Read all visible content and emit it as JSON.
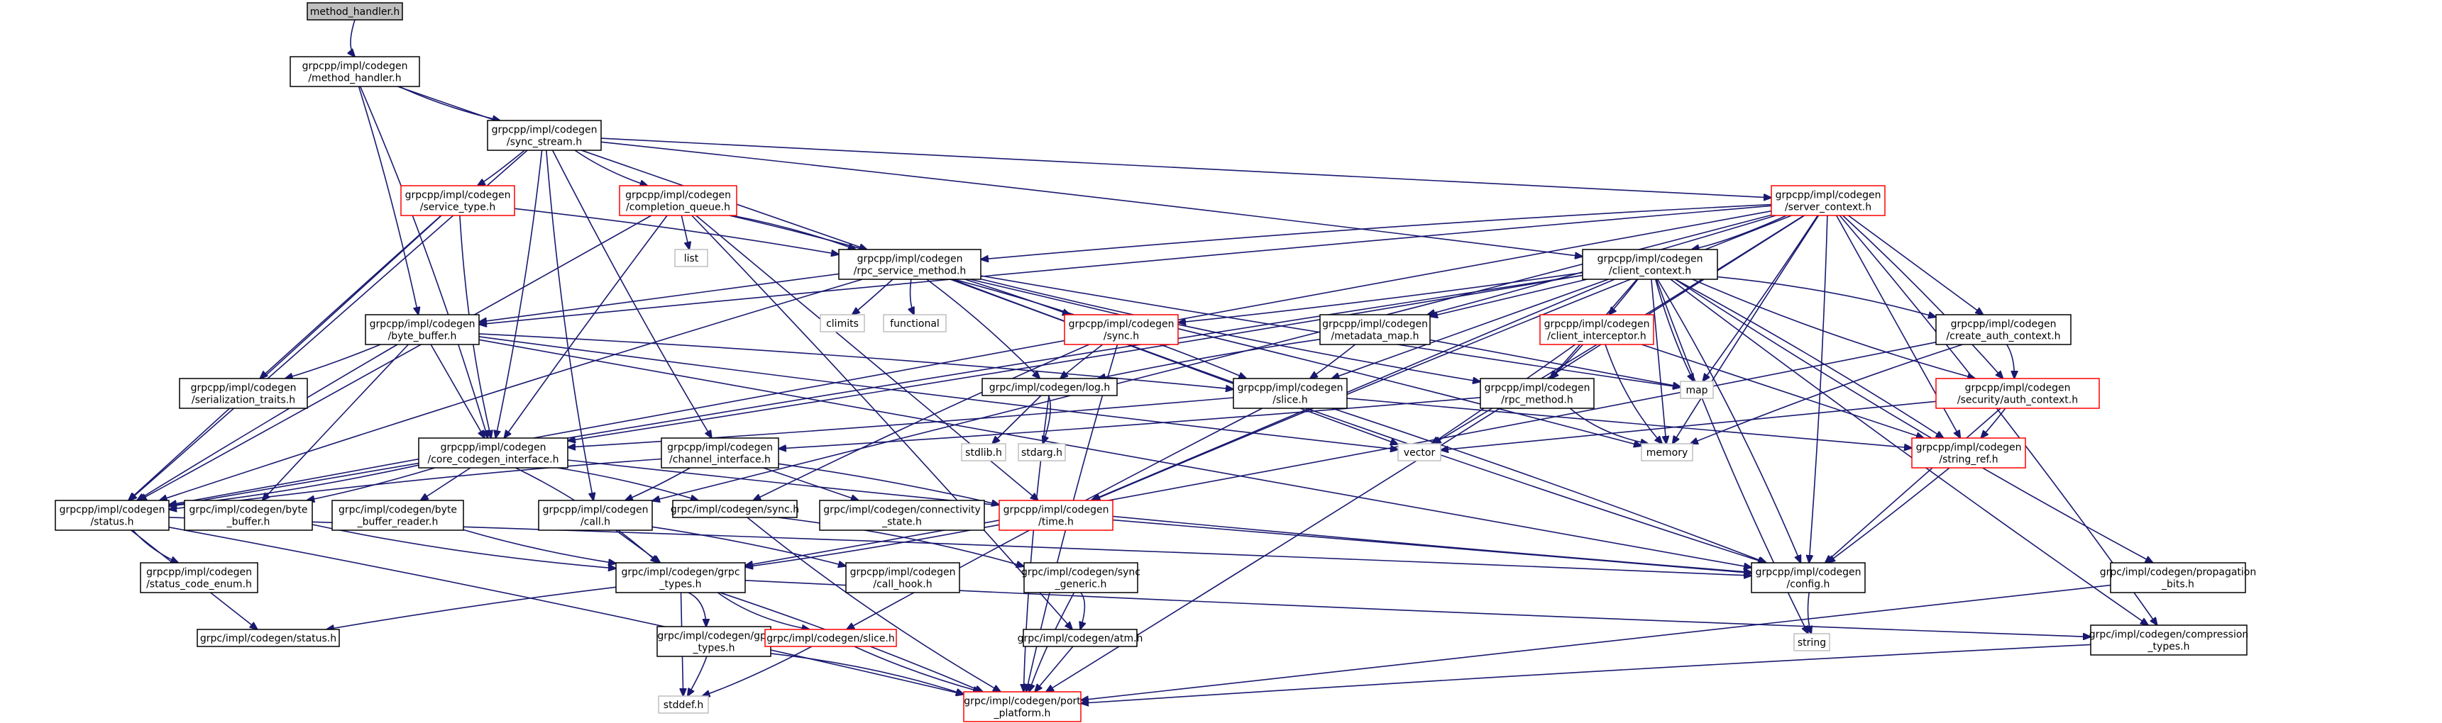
{
  "colors": {
    "edge": "#191970",
    "node_border": "#000000",
    "node_border_incomplete": "#ff0000",
    "node_border_system": "#bfbfbf",
    "root_fill": "#bfbfbf",
    "node_fill": "#ffffff",
    "text": "#000000"
  },
  "nodes": [
    {
      "id": "root",
      "lines": [
        "method_handler.h"
      ],
      "kind": "root"
    },
    {
      "id": "mh",
      "lines": [
        "grpcpp/impl/codegen",
        "/method_handler.h"
      ],
      "kind": "normal"
    },
    {
      "id": "ss",
      "lines": [
        "grpcpp/impl/codegen",
        "/sync_stream.h"
      ],
      "kind": "normal"
    },
    {
      "id": "st",
      "lines": [
        "grpcpp/impl/codegen",
        "/service_type.h"
      ],
      "kind": "incomplete"
    },
    {
      "id": "cq",
      "lines": [
        "grpcpp/impl/codegen",
        "/completion_queue.h"
      ],
      "kind": "incomplete"
    },
    {
      "id": "sc",
      "lines": [
        "grpcpp/impl/codegen",
        "/server_context.h"
      ],
      "kind": "incomplete"
    },
    {
      "id": "list",
      "lines": [
        "list"
      ],
      "kind": "system"
    },
    {
      "id": "rsm",
      "lines": [
        "grpcpp/impl/codegen",
        "/rpc_service_method.h"
      ],
      "kind": "normal"
    },
    {
      "id": "cc",
      "lines": [
        "grpcpp/impl/codegen",
        "/client_context.h"
      ],
      "kind": "normal"
    },
    {
      "id": "climits",
      "lines": [
        "climits"
      ],
      "kind": "system"
    },
    {
      "id": "functional",
      "lines": [
        "functional"
      ],
      "kind": "system"
    },
    {
      "id": "syncpp",
      "lines": [
        "grpcpp/impl/codegen",
        "/sync.h"
      ],
      "kind": "incomplete"
    },
    {
      "id": "mm",
      "lines": [
        "grpcpp/impl/codegen",
        "/metadata_map.h"
      ],
      "kind": "normal"
    },
    {
      "id": "ci",
      "lines": [
        "grpcpp/impl/codegen",
        "/client_interceptor.h"
      ],
      "kind": "incomplete"
    },
    {
      "id": "cac",
      "lines": [
        "grpcpp/impl/codegen",
        "/create_auth_context.h"
      ],
      "kind": "normal"
    },
    {
      "id": "bb",
      "lines": [
        "grpcpp/impl/codegen",
        "/byte_buffer.h"
      ],
      "kind": "normal"
    },
    {
      "id": "ser",
      "lines": [
        "grpcpp/impl/codegen",
        "/serialization_traits.h"
      ],
      "kind": "normal"
    },
    {
      "id": "log",
      "lines": [
        "grpc/impl/codegen/log.h"
      ],
      "kind": "normal"
    },
    {
      "id": "slicepp",
      "lines": [
        "grpcpp/impl/codegen",
        "/slice.h"
      ],
      "kind": "normal"
    },
    {
      "id": "rm",
      "lines": [
        "grpcpp/impl/codegen",
        "/rpc_method.h"
      ],
      "kind": "normal"
    },
    {
      "id": "map",
      "lines": [
        "map"
      ],
      "kind": "system"
    },
    {
      "id": "sac",
      "lines": [
        "grpcpp/impl/codegen",
        "/security/auth_context.h"
      ],
      "kind": "incomplete"
    },
    {
      "id": "stdlib",
      "lines": [
        "stdlib.h"
      ],
      "kind": "system"
    },
    {
      "id": "stdarg",
      "lines": [
        "stdarg.h"
      ],
      "kind": "system"
    },
    {
      "id": "cci",
      "lines": [
        "grpcpp/impl/codegen",
        "/core_codegen_interface.h"
      ],
      "kind": "normal"
    },
    {
      "id": "chi",
      "lines": [
        "grpcpp/impl/codegen",
        "/channel_interface.h"
      ],
      "kind": "normal"
    },
    {
      "id": "vector",
      "lines": [
        "vector"
      ],
      "kind": "system"
    },
    {
      "id": "memory",
      "lines": [
        "memory"
      ],
      "kind": "system"
    },
    {
      "id": "sr",
      "lines": [
        "grpcpp/impl/codegen",
        "/string_ref.h"
      ],
      "kind": "incomplete"
    },
    {
      "id": "status",
      "lines": [
        "grpcpp/impl/codegen",
        "/status.h"
      ],
      "kind": "normal"
    },
    {
      "id": "gbb",
      "lines": [
        "grpc/impl/codegen/byte",
        "_buffer.h"
      ],
      "kind": "normal"
    },
    {
      "id": "bbr",
      "lines": [
        "grpc/impl/codegen/byte",
        "_buffer_reader.h"
      ],
      "kind": "normal"
    },
    {
      "id": "call",
      "lines": [
        "grpcpp/impl/codegen",
        "/call.h"
      ],
      "kind": "normal"
    },
    {
      "id": "gsync",
      "lines": [
        "grpc/impl/codegen/sync.h"
      ],
      "kind": "normal"
    },
    {
      "id": "conn",
      "lines": [
        "grpc/impl/codegen/connectivity",
        "_state.h"
      ],
      "kind": "normal"
    },
    {
      "id": "time",
      "lines": [
        "grpcpp/impl/codegen",
        "/time.h"
      ],
      "kind": "incomplete"
    },
    {
      "id": "sce",
      "lines": [
        "grpcpp/impl/codegen",
        "/status_code_enum.h"
      ],
      "kind": "normal"
    },
    {
      "id": "gtypes",
      "lines": [
        "grpc/impl/codegen/grpc",
        "_types.h"
      ],
      "kind": "normal"
    },
    {
      "id": "ch",
      "lines": [
        "grpcpp/impl/codegen",
        "/call_hook.h"
      ],
      "kind": "normal"
    },
    {
      "id": "sg",
      "lines": [
        "grpc/impl/codegen/sync",
        "_generic.h"
      ],
      "kind": "normal"
    },
    {
      "id": "config",
      "lines": [
        "grpcpp/impl/codegen",
        "/config.h"
      ],
      "kind": "normal"
    },
    {
      "id": "prop",
      "lines": [
        "grpc/impl/codegen/propagation",
        "_bits.h"
      ],
      "kind": "normal"
    },
    {
      "id": "gstatus",
      "lines": [
        "grpc/impl/codegen/status.h"
      ],
      "kind": "normal"
    },
    {
      "id": "gpr",
      "lines": [
        "grpc/impl/codegen/gpr",
        "_types.h"
      ],
      "kind": "normal"
    },
    {
      "id": "gslice",
      "lines": [
        "grpc/impl/codegen/slice.h"
      ],
      "kind": "incomplete"
    },
    {
      "id": "atm",
      "lines": [
        "grpc/impl/codegen/atm.h"
      ],
      "kind": "normal"
    },
    {
      "id": "string",
      "lines": [
        "string"
      ],
      "kind": "system"
    },
    {
      "id": "comp",
      "lines": [
        "grpc/impl/codegen/compression",
        "_types.h"
      ],
      "kind": "normal"
    },
    {
      "id": "stddef",
      "lines": [
        "stddef.h"
      ],
      "kind": "system"
    },
    {
      "id": "pp",
      "lines": [
        "grpc/impl/codegen/port",
        "_platform.h"
      ],
      "kind": "incomplete"
    }
  ],
  "edges": [
    [
      "root",
      "mh"
    ],
    [
      "mh",
      "ss"
    ],
    [
      "mh",
      "rsm"
    ],
    [
      "mh",
      "bb"
    ],
    [
      "mh",
      "cci"
    ],
    [
      "ss",
      "st"
    ],
    [
      "ss",
      "cq"
    ],
    [
      "ss",
      "sc"
    ],
    [
      "ss",
      "cc"
    ],
    [
      "ss",
      "cci"
    ],
    [
      "ss",
      "call"
    ],
    [
      "ss",
      "chi"
    ],
    [
      "ss",
      "status"
    ],
    [
      "st",
      "rsm"
    ],
    [
      "st",
      "ser"
    ],
    [
      "st",
      "cci"
    ],
    [
      "st",
      "status"
    ],
    [
      "cq",
      "list"
    ],
    [
      "cq",
      "rsm"
    ],
    [
      "cq",
      "syncpp"
    ],
    [
      "cq",
      "cci"
    ],
    [
      "cq",
      "status"
    ],
    [
      "cq",
      "time"
    ],
    [
      "cq",
      "atm"
    ],
    [
      "sc",
      "rsm"
    ],
    [
      "sc",
      "cc"
    ],
    [
      "sc",
      "mm"
    ],
    [
      "sc",
      "cac"
    ],
    [
      "sc",
      "sac"
    ],
    [
      "sc",
      "map"
    ],
    [
      "sc",
      "vector"
    ],
    [
      "sc",
      "memory"
    ],
    [
      "sc",
      "sr"
    ],
    [
      "sc",
      "config"
    ],
    [
      "sc",
      "comp"
    ],
    [
      "sc",
      "pp"
    ],
    [
      "sc",
      "call"
    ],
    [
      "sc",
      "status"
    ],
    [
      "sc",
      "bb"
    ],
    [
      "sc",
      "time"
    ],
    [
      "rsm",
      "climits"
    ],
    [
      "rsm",
      "functional"
    ],
    [
      "rsm",
      "bb"
    ],
    [
      "rsm",
      "log"
    ],
    [
      "rsm",
      "slicepp"
    ],
    [
      "rsm",
      "rm"
    ],
    [
      "rsm",
      "map"
    ],
    [
      "rsm",
      "vector"
    ],
    [
      "rsm",
      "memory"
    ],
    [
      "rsm",
      "status"
    ],
    [
      "rsm",
      "config"
    ],
    [
      "cc",
      "syncpp"
    ],
    [
      "cc",
      "mm"
    ],
    [
      "cc",
      "ci"
    ],
    [
      "cc",
      "cac"
    ],
    [
      "cc",
      "sac"
    ],
    [
      "cc",
      "map"
    ],
    [
      "cc",
      "memory"
    ],
    [
      "cc",
      "sr"
    ],
    [
      "cc",
      "config"
    ],
    [
      "cc",
      "prop"
    ],
    [
      "cc",
      "comp"
    ],
    [
      "cc",
      "slicepp"
    ],
    [
      "cc",
      "rm"
    ],
    [
      "cc",
      "status"
    ],
    [
      "cc",
      "string"
    ],
    [
      "cc",
      "cci"
    ],
    [
      "cc",
      "time"
    ],
    [
      "syncpp",
      "log"
    ],
    [
      "syncpp",
      "gsync"
    ],
    [
      "syncpp",
      "pp"
    ],
    [
      "mm",
      "slicepp"
    ],
    [
      "mm",
      "map"
    ],
    [
      "mm",
      "log"
    ],
    [
      "ci",
      "rm"
    ],
    [
      "ci",
      "memory"
    ],
    [
      "ci",
      "vector"
    ],
    [
      "ci",
      "sr"
    ],
    [
      "cac",
      "sac"
    ],
    [
      "cac",
      "memory"
    ],
    [
      "cac",
      "gtypes"
    ],
    [
      "bb",
      "ser"
    ],
    [
      "bb",
      "cci"
    ],
    [
      "bb",
      "status"
    ],
    [
      "bb",
      "slicepp"
    ],
    [
      "bb",
      "gbb"
    ],
    [
      "bb",
      "vector"
    ],
    [
      "bb",
      "config"
    ],
    [
      "log",
      "stdlib"
    ],
    [
      "log",
      "stdarg"
    ],
    [
      "log",
      "pp"
    ],
    [
      "slicepp",
      "cci"
    ],
    [
      "slicepp",
      "sr"
    ],
    [
      "slicepp",
      "config"
    ],
    [
      "slicepp",
      "gslice"
    ],
    [
      "rm",
      "memory"
    ],
    [
      "rm",
      "chi"
    ],
    [
      "sac",
      "vector"
    ],
    [
      "sac",
      "sr"
    ],
    [
      "sac",
      "config"
    ],
    [
      "cci",
      "status"
    ],
    [
      "cci",
      "gbb"
    ],
    [
      "cci",
      "bbr"
    ],
    [
      "cci",
      "gsync"
    ],
    [
      "cci",
      "gtypes"
    ],
    [
      "cci",
      "config"
    ],
    [
      "chi",
      "call"
    ],
    [
      "chi",
      "conn"
    ],
    [
      "chi",
      "time"
    ],
    [
      "chi",
      "status"
    ],
    [
      "sr",
      "config"
    ],
    [
      "status",
      "sce"
    ],
    [
      "status",
      "gstatus"
    ],
    [
      "status",
      "config"
    ],
    [
      "status",
      "pp"
    ],
    [
      "gbb",
      "gtypes"
    ],
    [
      "bbr",
      "gtypes"
    ],
    [
      "call",
      "gtypes"
    ],
    [
      "call",
      "ch"
    ],
    [
      "gsync",
      "sg"
    ],
    [
      "gsync",
      "pp"
    ],
    [
      "time",
      "gtypes"
    ],
    [
      "time",
      "config"
    ],
    [
      "gtypes",
      "gstatus"
    ],
    [
      "gtypes",
      "gpr"
    ],
    [
      "gtypes",
      "gslice"
    ],
    [
      "gtypes",
      "comp"
    ],
    [
      "gtypes",
      "stddef"
    ],
    [
      "gtypes",
      "pp"
    ],
    [
      "sg",
      "atm"
    ],
    [
      "sg",
      "pp"
    ],
    [
      "config",
      "string"
    ],
    [
      "prop",
      "pp"
    ],
    [
      "gpr",
      "stddef"
    ],
    [
      "gpr",
      "pp"
    ],
    [
      "gslice",
      "stddef"
    ],
    [
      "gslice",
      "pp"
    ],
    [
      "atm",
      "pp"
    ],
    [
      "comp",
      "pp"
    ]
  ]
}
